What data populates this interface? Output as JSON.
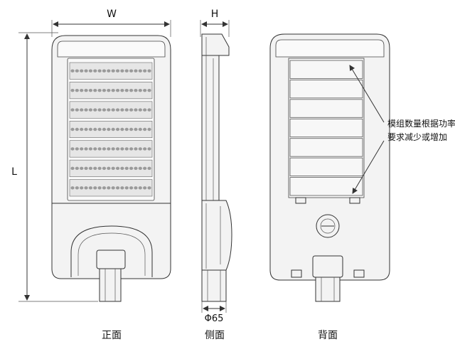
{
  "dimensions": {
    "width_label": "W",
    "height_label": "H",
    "length_label": "L",
    "diameter_label": "Φ65"
  },
  "views": {
    "front": "正面",
    "side": "侧面",
    "back": "背面"
  },
  "annotation": {
    "line1": "模组数量根据功率",
    "line2": "要求减少或增加"
  },
  "front_view": {
    "led_rows": 7,
    "leds_per_row": 18
  },
  "back_view": {
    "module_count": 7
  },
  "colors": {
    "stroke": "#333333",
    "fill": "#f3f3f3",
    "background": "#ffffff"
  }
}
